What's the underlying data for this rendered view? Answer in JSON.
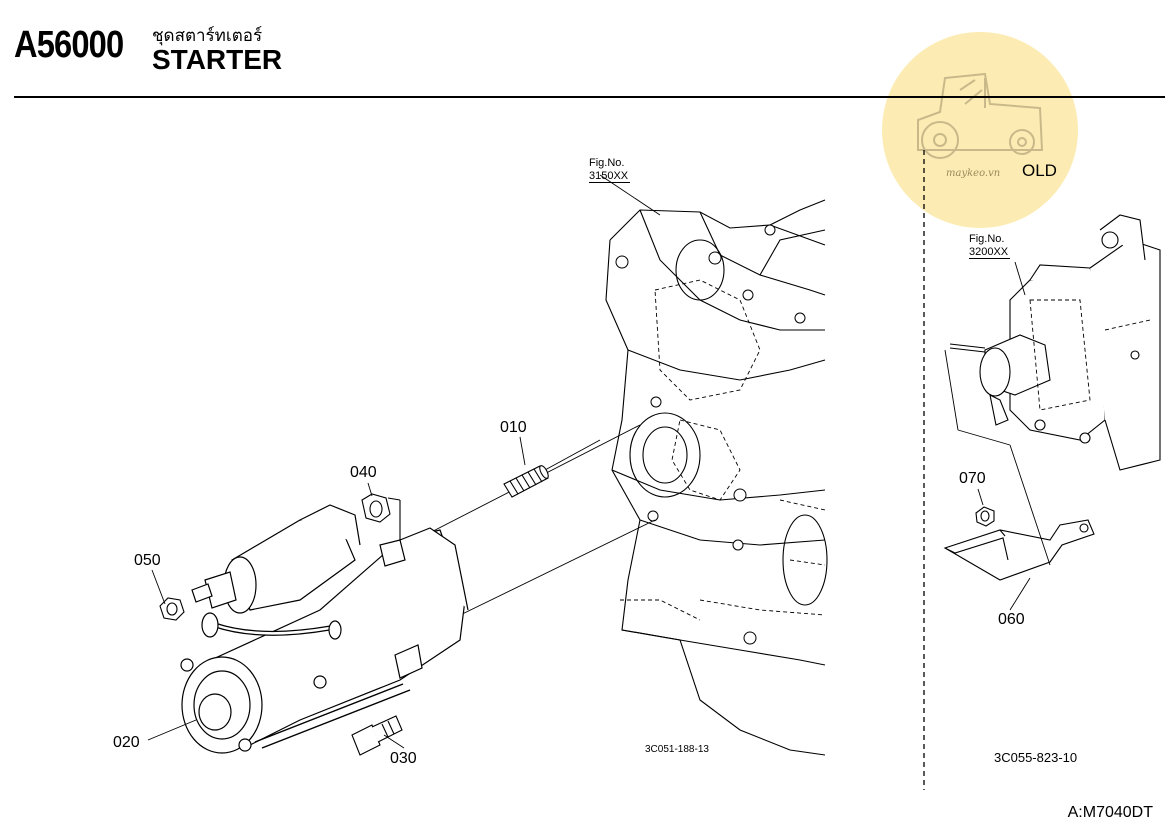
{
  "header": {
    "code": "A56000",
    "title_th": "ชุดสตาร์ทเตอร์",
    "title_en": "STARTER"
  },
  "figure_refs": [
    {
      "label": "Fig.No.",
      "number": "3150XX"
    },
    {
      "label": "Fig.No.",
      "number": "3200XX"
    }
  ],
  "parts": {
    "p010": "010",
    "p020": "020",
    "p030": "030",
    "p040": "040",
    "p050": "050",
    "p060": "060",
    "p070": "070"
  },
  "drawing_ids": {
    "left": "3C051-188-13",
    "right": "3C055-823-10"
  },
  "watermark": {
    "site": "maykeo.vn",
    "icon": "tractor-icon",
    "color": "#fbe9a6"
  },
  "old_badge": "OLD",
  "footer": {
    "model_code": "A:M7040DT"
  }
}
